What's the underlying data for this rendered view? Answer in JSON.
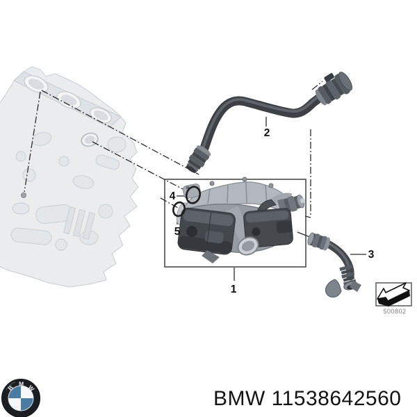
{
  "diagram": {
    "callouts": [
      "1",
      "2",
      "3",
      "4",
      "5"
    ],
    "stamp_code": "500802"
  },
  "footer": {
    "part_text": "BMW 11538642560",
    "logo_letters": [
      "B",
      "M",
      "W"
    ]
  },
  "colors": {
    "logo_blue": "#4a7ba3",
    "logo_white": "#f5f7f8",
    "leader_line": "#2b2b2b",
    "label_text": "#101010"
  }
}
